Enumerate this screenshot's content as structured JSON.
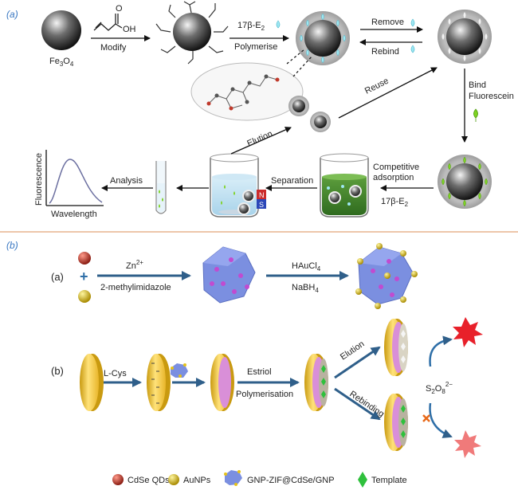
{
  "panel_a": {
    "label_open": "(",
    "label_letter": "a",
    "label_close": ")",
    "fe3o4_main": "Fe",
    "fe3o4_sub1": "3",
    "fe3o4_mid": "O",
    "fe3o4_sub2": "4",
    "reagent_oh": "OH",
    "reagent_o": "O",
    "modify": "Modify",
    "e2_prefix": "17β-E",
    "e2_sub": "2",
    "polymerise": "Polymerise",
    "remove": "Remove",
    "rebind": "Rebind",
    "reuse": "Reuse",
    "bind": "Bind",
    "fluorescein": "Fluorescein",
    "competitive": "Competitive",
    "adsorption": "adsorption",
    "e2b_prefix": "17β-E",
    "e2b_sub": "2",
    "separation": "Separation",
    "elution": "Elution",
    "analysis": "Analysis",
    "fluorescence": "Fluorescence",
    "wavelength": "Wavelength",
    "magnet_n": "N",
    "magnet_s": "S"
  },
  "panel_b": {
    "label_open": "(",
    "label_letter": "b",
    "label_close": ")",
    "sub_a": "(a)",
    "sub_b": "(b)",
    "plus": "+",
    "zn": "Zn",
    "zn_sup": "2+",
    "methylimidazole": "2-methylimidazole",
    "haucl": "HAuCl",
    "haucl_sub": "4",
    "nabh": "NaBH",
    "nabh_sub": "4",
    "lcys": "L-Cys",
    "estriol": "Estriol",
    "polymerisation": "Polymerisation",
    "elution": "Elution",
    "rebinding": "Rebinding",
    "s2o8_s": "S",
    "s2o8_s_sub": "2",
    "s2o8_o": "O",
    "s2o8_o_sub": "8",
    "s2o8_sup": "2−",
    "legend_cdse": "CdSe QDs",
    "legend_aunps": "AuNPs",
    "legend_gnp": "GNP-ZIF@CdSe/GNP",
    "legend_template": "Template"
  },
  "colors": {
    "panel_label": "#3a78c2",
    "arrow_blue": "#2f5f8a",
    "fluorescein_green": "#7ed321",
    "template_cyan": "#9fe7f2",
    "cdse_red": "#c0392b",
    "aunp_yellow": "#e6c21a",
    "zif_blue": "#7b8fe0",
    "electrode_yellow": "#f4c542",
    "film_pink": "#d98fd8",
    "burst_red": "#e8202a",
    "burst_pink": "#f07a7a",
    "divider": "#e7b48e"
  },
  "icons": [
    "sphere-icon",
    "acrylic-acid-icon",
    "droplet-icon",
    "beaker-icon",
    "magnet-icon",
    "test-tube-icon",
    "electrode-disk-icon",
    "polyhedron-icon",
    "burst-icon",
    "diamond-icon",
    "cross-icon"
  ]
}
